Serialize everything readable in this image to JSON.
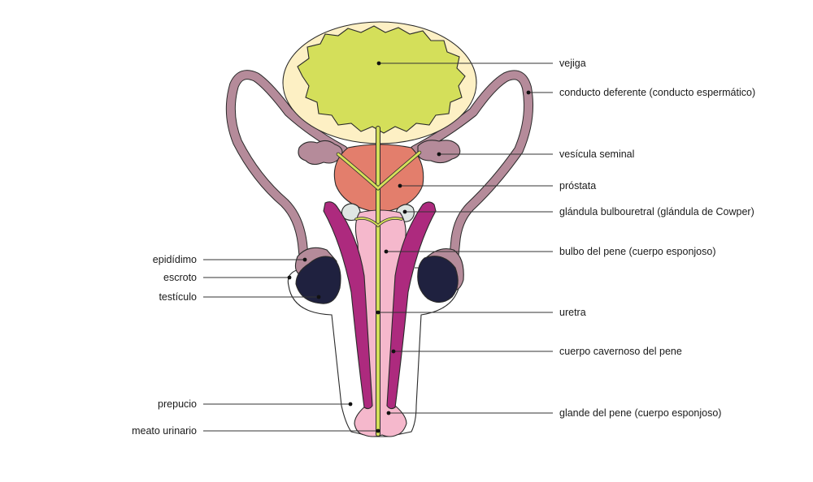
{
  "diagram": {
    "labels_right": {
      "bladder": "vejiga",
      "vas_deferens": "conducto deferente (conducto espermático)",
      "seminal_vesicle": "vesícula seminal",
      "prostate": "próstata",
      "bulbourethral_gland": "glándula bulbouretral (glándula de Cowper)",
      "penile_bulb": "bulbo del pene (cuerpo esponjoso)",
      "urethra": "uretra",
      "corpus_cavernosum": "cuerpo cavernoso del pene",
      "glans": "glande del pene (cuerpo esponjoso)"
    },
    "labels_left": {
      "epididymis": "epidídimo",
      "scrotum": "escroto",
      "testicle": "testículo",
      "foreskin": "prepucio",
      "urinary_meatus": "meato urinario"
    },
    "colors": {
      "bladder_outer": "#fdf0c4",
      "bladder_inner": "#d4df5a",
      "urethra": "#d4df5a",
      "vas_deferens": "#b58b9a",
      "prostate": "#e37e6c",
      "bulbourethral_gland": "#dfe6e3",
      "corpus_spongiosum": "#f5b8cc",
      "corpus_cavernosum": "#ad2a7e",
      "testicle": "#1f213f",
      "skin_outline": "#2a2a2a"
    }
  }
}
